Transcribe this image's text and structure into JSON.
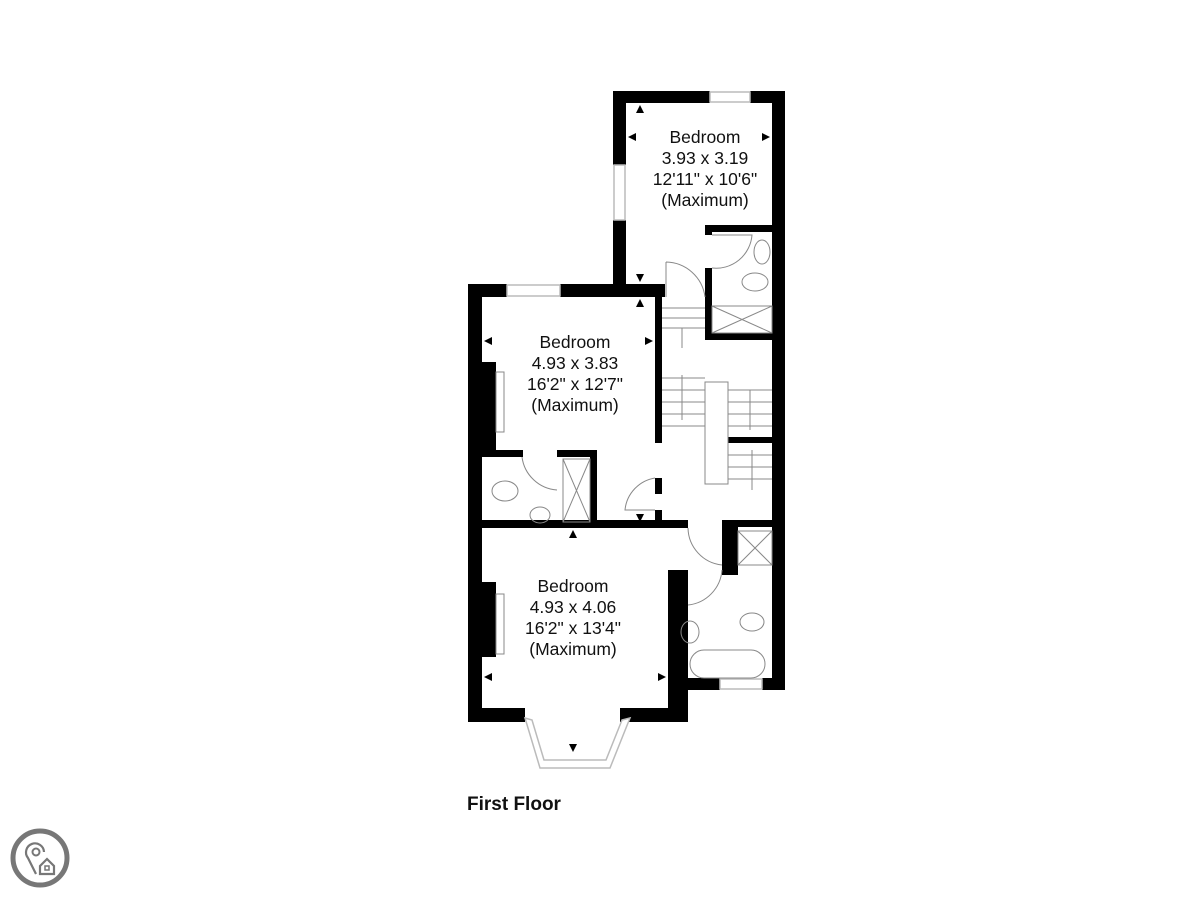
{
  "floor": {
    "title": "First Floor"
  },
  "rooms": [
    {
      "name": "Bedroom",
      "metric": "3.93 x 3.19",
      "imperial": "12'11\" x 10'6\"",
      "note": "(Maximum)"
    },
    {
      "name": "Bedroom",
      "metric": "4.93 x 3.83",
      "imperial": "16'2\" x 12'7\"",
      "note": "(Maximum)"
    },
    {
      "name": "Bedroom",
      "metric": "4.93 x 4.06",
      "imperial": "16'2\" x 13'4\"",
      "note": "(Maximum)"
    }
  ],
  "colors": {
    "wall": "#000000",
    "window": "#c8c8c8",
    "fixture": "#888888",
    "logo": "#777777"
  },
  "logo": {
    "icon": "location-home-icon"
  }
}
